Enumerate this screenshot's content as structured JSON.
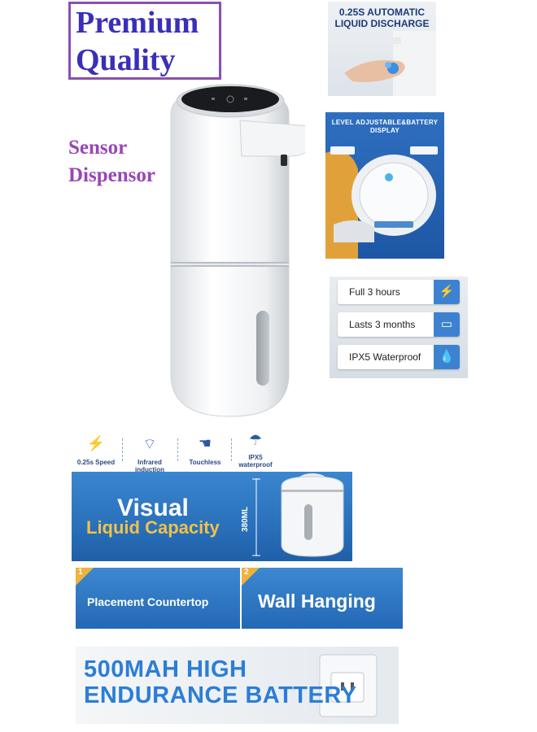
{
  "headline": {
    "line1": "Premium",
    "line2": "Quality"
  },
  "product_label": {
    "line1": "Sensor",
    "line2": "Dispensor"
  },
  "thumbnails": {
    "discharge": {
      "line1": "0.25S AUTOMATIC",
      "line2": "LIQUID DISCHARGE"
    },
    "display": {
      "line1": "LEVEL ADJUSTABLE&BATTERY",
      "line2": "DISPLAY"
    },
    "specs": [
      {
        "label": "Full 3 hours",
        "icon": "lightning-icon"
      },
      {
        "label": "Lasts 3 months",
        "icon": "battery-icon"
      },
      {
        "label": "IPX5 Waterproof",
        "icon": "water-drop-icon"
      }
    ]
  },
  "features": [
    {
      "caption": "0.25s Speed",
      "icon": "lightning-icon"
    },
    {
      "caption": "Infrared induction",
      "icon": "wifi-icon"
    },
    {
      "caption": "Touchless",
      "icon": "hand-icon"
    },
    {
      "caption": "IPX5 waterproof",
      "icon": "umbrella-icon"
    }
  ],
  "capacity_banner": {
    "line1": "Visual",
    "line2": "Liquid Capacity",
    "volume": "380ML"
  },
  "placement": [
    {
      "number": "1",
      "label": "Placement Countertop"
    },
    {
      "number": "2",
      "label": "Wall Hanging"
    }
  ],
  "battery_banner": {
    "line1": "500MAH HIGH",
    "line2": "ENDURANCE BATTERY"
  },
  "colors": {
    "headline": "#3a2fb8",
    "accent_purple": "#9a45b8",
    "banner_blue": "#2a70bb",
    "capacity_yellow": "#f0c24a",
    "battery_text": "#2c7ed6"
  }
}
